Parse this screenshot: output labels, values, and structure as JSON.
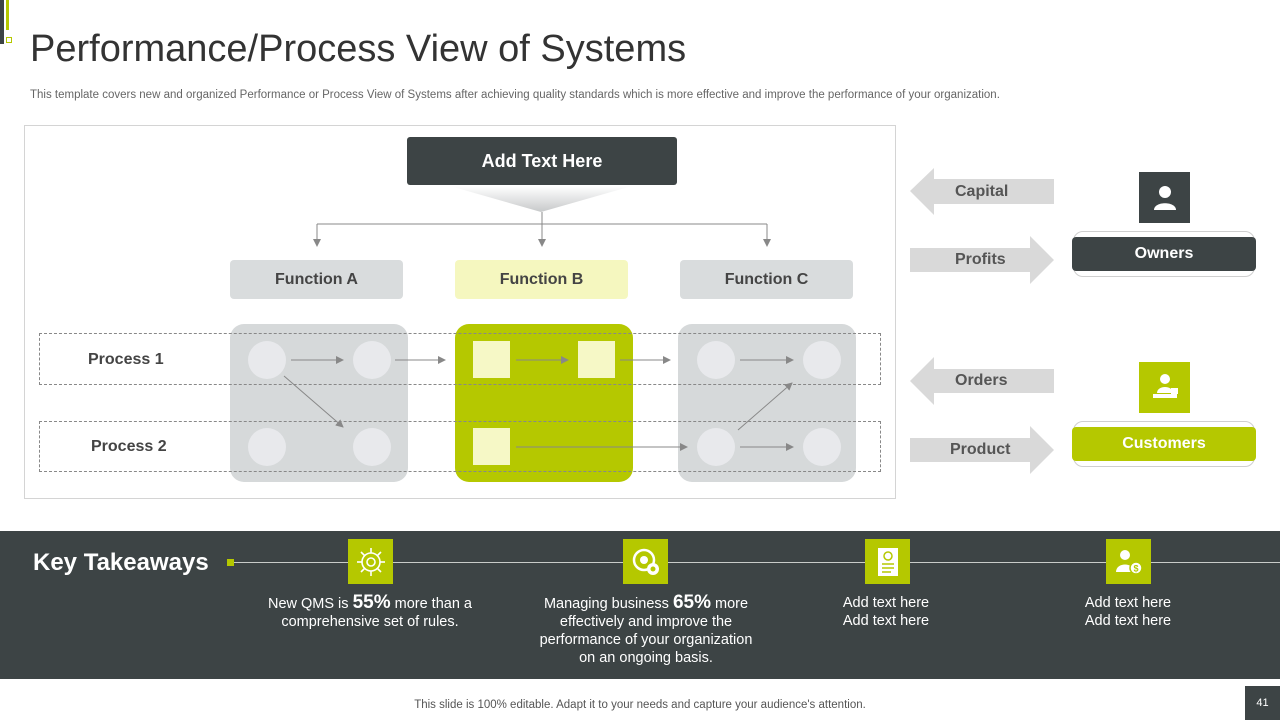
{
  "title": "Performance/Process  View of Systems",
  "subtitle": "This template covers new and organized Performance or Process View of Systems after achieving quality standards which is more effective and improve the performance of your organization.",
  "diagram": {
    "header": "Add Text Here",
    "functions": [
      "Function A",
      "Function B",
      "Function C"
    ],
    "processes": [
      "Process 1",
      "Process 2"
    ]
  },
  "flows": {
    "capital": "Capital",
    "profits": "Profits",
    "orders": "Orders",
    "product": "Product"
  },
  "parties": {
    "owners": "Owners",
    "customers": "Customers"
  },
  "takeaways": {
    "title": "Key Takeaways",
    "items": [
      {
        "pre": "New QMS is ",
        "value": "55%",
        "post": " more than a comprehensive set of rules."
      },
      {
        "pre": "Managing business ",
        "value": "65%",
        "post": " more effectively and improve the performance of your organization on an ongoing basis."
      },
      {
        "line1": "Add text here",
        "line2": "Add text here"
      },
      {
        "line1": "Add text here",
        "line2": "Add text here"
      }
    ]
  },
  "footer": "This slide is 100% editable. Adapt it to your needs and capture your audience's attention.",
  "page_number": "41",
  "colors": {
    "accent": "#b5c800",
    "dark": "#3d4445",
    "light_lime": "#f5f7bf",
    "grey": "#d6d9da"
  }
}
